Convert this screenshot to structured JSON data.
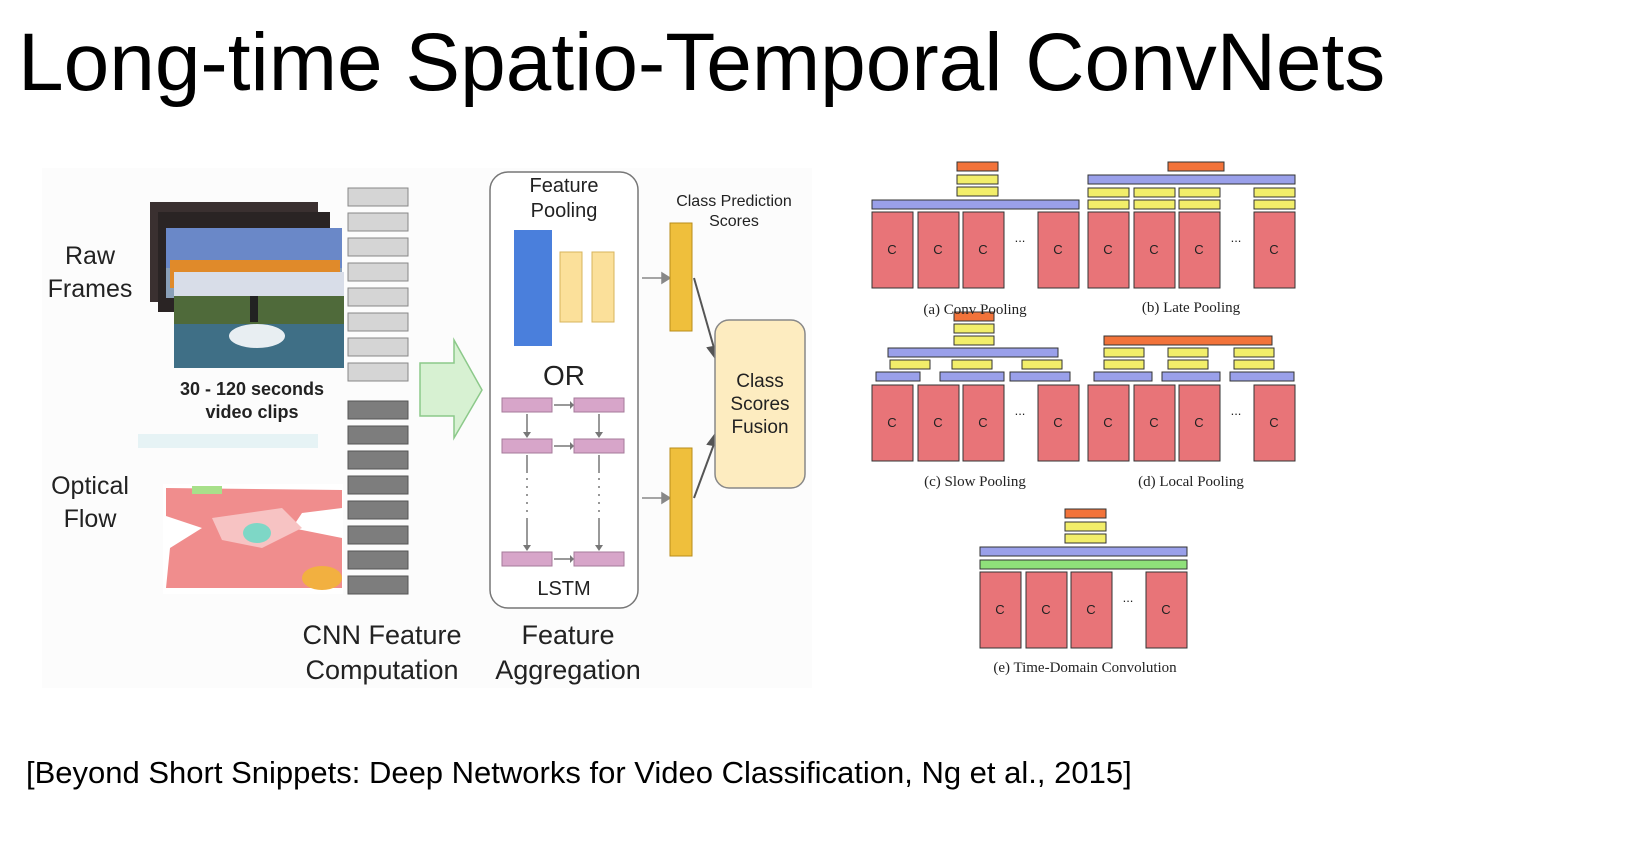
{
  "slide": {
    "title": "Long-time Spatio-Temporal ConvNets",
    "citation": "[Beyond Short Snippets: Deep Networks for Video Classification, Ng et al., 2015]"
  },
  "left_figure": {
    "raw_frames_label": [
      "Raw",
      "Frames"
    ],
    "clips_label": [
      "30 - 120 seconds",
      "video clips"
    ],
    "optical_flow_label": [
      "Optical",
      "Flow"
    ],
    "feature_pooling_label": [
      "Feature",
      "Pooling"
    ],
    "or_label": "OR",
    "lstm_label": "LSTM",
    "class_prediction_label": [
      "Class Prediction",
      "Scores"
    ],
    "fusion_label": [
      "Class",
      "Scores",
      "Fusion"
    ],
    "cnn_label": [
      "CNN Feature",
      "Computation"
    ],
    "aggregation_label": [
      "Feature",
      "Aggregation"
    ]
  },
  "right_figure": {
    "cell_letter": "C",
    "ellipsis": "...",
    "captions": {
      "a": "(a) Conv Pooling",
      "b": "(b) Late Pooling",
      "c": "(c) Slow Pooling",
      "d": "(d) Local Pooling",
      "e": "(e) Time-Domain Convolution"
    }
  },
  "colors": {
    "cell": "#e87478",
    "pool_blue": "#9aa0ea",
    "yellow": "#f2ee6a",
    "orange": "#f2733a",
    "green": "#8fe07a",
    "feature_light": "#d5d5d5",
    "feature_dark": "#7d7d7d",
    "pool_bar_blue": "#4a7fdc",
    "pool_bar_yellow": "#fbe09a",
    "lstm_pink": "#d7a5c9",
    "score_yellow": "#efbf3c",
    "fusion_fill": "#fdecc0"
  }
}
